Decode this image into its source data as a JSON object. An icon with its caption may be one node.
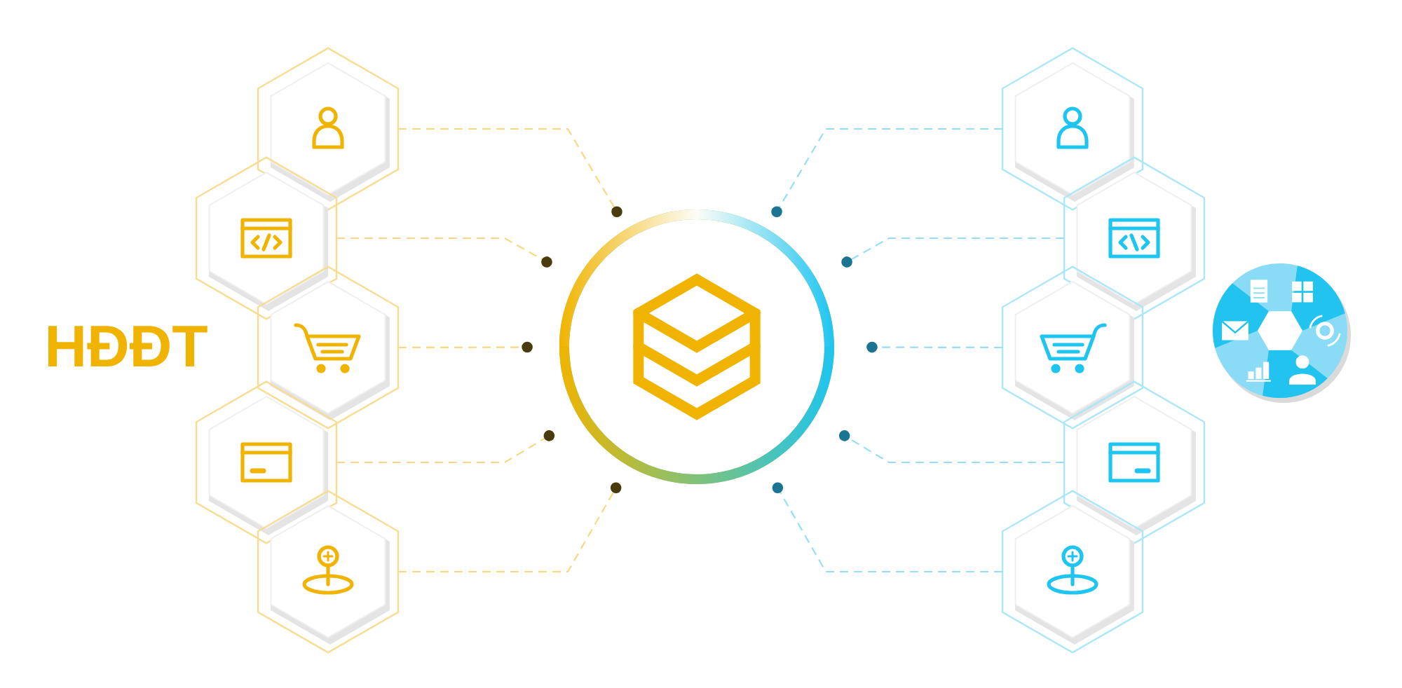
{
  "diagram": {
    "nodes": [
      {
        "text": [],
        "shape": "hexagon"
      },
      {
        "text": [],
        "shape": "hexagon"
      },
      {
        "text": [],
        "shape": "hexagon"
      },
      {
        "text": [],
        "shape": "hexagon"
      },
      {
        "text": [],
        "shape": "hexagon"
      },
      {
        "text": [],
        "shape": "circle"
      },
      {
        "text": [],
        "shape": "hexagon"
      },
      {
        "text": [],
        "shape": "hexagon"
      },
      {
        "text": [],
        "shape": "hexagon"
      },
      {
        "text": [],
        "shape": "hexagon"
      },
      {
        "text": [],
        "shape": "hexagon"
      }
    ],
    "edges": [
      {
        "from": 0,
        "to": 5,
        "arrow": "other",
        "style": "dashed",
        "color": "#f8d883"
      },
      {
        "from": 1,
        "to": 5,
        "arrow": "other",
        "style": "dashed",
        "color": "#f8d883"
      },
      {
        "from": 2,
        "to": 5,
        "arrow": "other",
        "style": "dashed",
        "color": "#f8d883"
      },
      {
        "from": 3,
        "to": 5,
        "arrow": "other",
        "style": "dashed",
        "color": "#f8d883"
      },
      {
        "from": 4,
        "to": 5,
        "arrow": "other",
        "style": "dashed",
        "color": "#f8d883"
      },
      {
        "from": 6,
        "to": 5,
        "arrow": "other",
        "style": "dashed",
        "color": "#96def6"
      },
      {
        "from": 7,
        "to": 5,
        "arrow": "other",
        "style": "dashed",
        "color": "#96def6"
      },
      {
        "from": 8,
        "to": 5,
        "arrow": "other",
        "style": "dashed",
        "color": "#96def6"
      },
      {
        "from": 9,
        "to": 5,
        "arrow": "other",
        "style": "dashed",
        "color": "#96def6"
      },
      {
        "from": 10,
        "to": 5,
        "arrow": "other",
        "style": "dashed",
        "color": "#96def6"
      }
    ],
    "labels": [
      "HĐĐT"
    ]
  }
}
